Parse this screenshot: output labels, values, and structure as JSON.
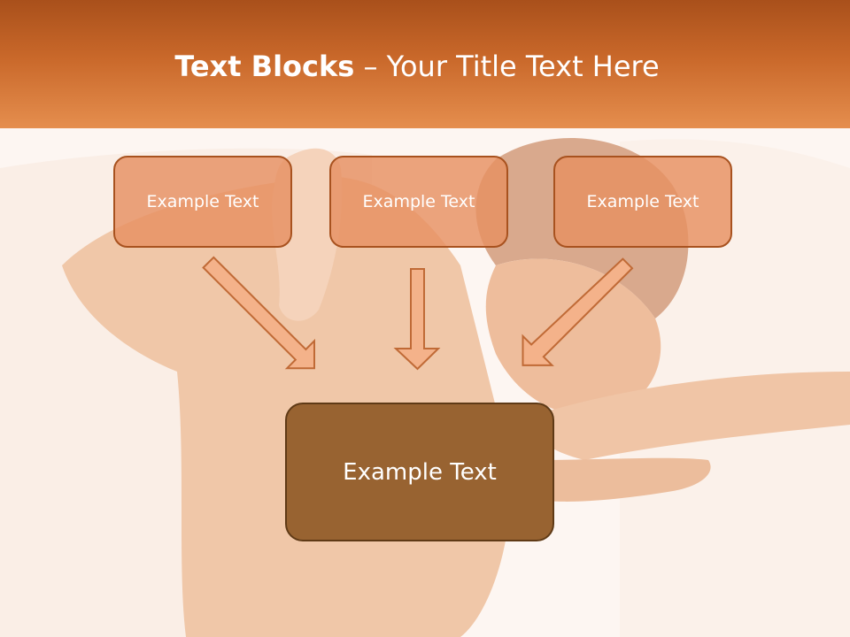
{
  "title": {
    "bold": "Text Blocks",
    "rest": " – Your Title Text Here"
  },
  "boxes": {
    "top_left": "Example Text",
    "top_center": "Example Text",
    "top_right": "Example Text",
    "bottom": "Example Text"
  },
  "colors": {
    "header_top": "#a9501b",
    "header_bottom": "#e58e4e",
    "box_fill": "#e69062",
    "box_border": "#a8521f",
    "big_box_fill": "#986331",
    "arrow_fill": "#f4b28a",
    "arrow_stroke": "#c06a36"
  }
}
